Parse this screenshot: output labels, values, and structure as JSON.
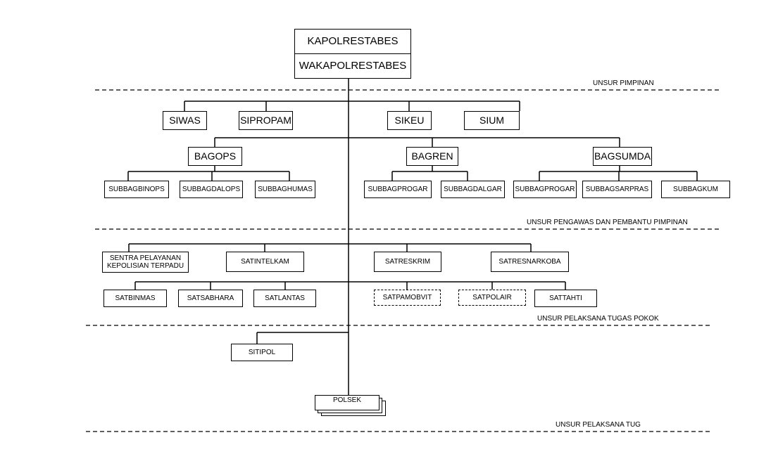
{
  "leadership": {
    "head": "KAPOLRESTABES",
    "deputy": "WAKAPOLRESTABES"
  },
  "zones": {
    "pimpinan": "UNSUR PIMPINAN",
    "pengawas": "UNSUR PENGAWAS DAN PEMBANTU PIMPINAN",
    "pelaksana_pokok": "UNSUR PELAKSANA TUGAS POKOK",
    "pelaksana_kewilayahan": "UNSUR PELAKSANA TUG"
  },
  "staff_sections": {
    "siwas": "SIWAS",
    "sipropam": "SIPROPAM",
    "sikeu": "SIKEU",
    "sium": "SIUM"
  },
  "bagops": {
    "label": "BAGOPS",
    "subs": [
      "SUBBAGBINOPS",
      "SUBBAGDALOPS",
      "SUBBAGHUMAS"
    ]
  },
  "bagren": {
    "label": "BAGREN",
    "subs": [
      "SUBBAGPROGAR",
      "SUBBAGDALGAR"
    ]
  },
  "bagsumda": {
    "label": "BAGSUMDA",
    "subs": [
      "SUBBAGPROGAR",
      "SUBBAGSARPRAS",
      "SUBBAGKUM"
    ]
  },
  "units_row1": {
    "spkt_line1": "SENTRA PELAYANAN",
    "spkt_line2": "KEPOLISIAN TERPADU",
    "satintelkam": "SATINTELKAM",
    "satreskrim": "SATRESKRIM",
    "satresnarkoba": "SATRESNARKOBA"
  },
  "units_row2": {
    "satbinmas": "SATBINMAS",
    "satsabhara": "SATSABHARA",
    "satlantas": "SATLANTAS",
    "satpamobvit": "SATPAMOBVIT",
    "satpolair": "SATPOLAIR",
    "sattahti": "SATTAHTI"
  },
  "sitipol": "SITIPOL",
  "polsek": "POLSEK"
}
